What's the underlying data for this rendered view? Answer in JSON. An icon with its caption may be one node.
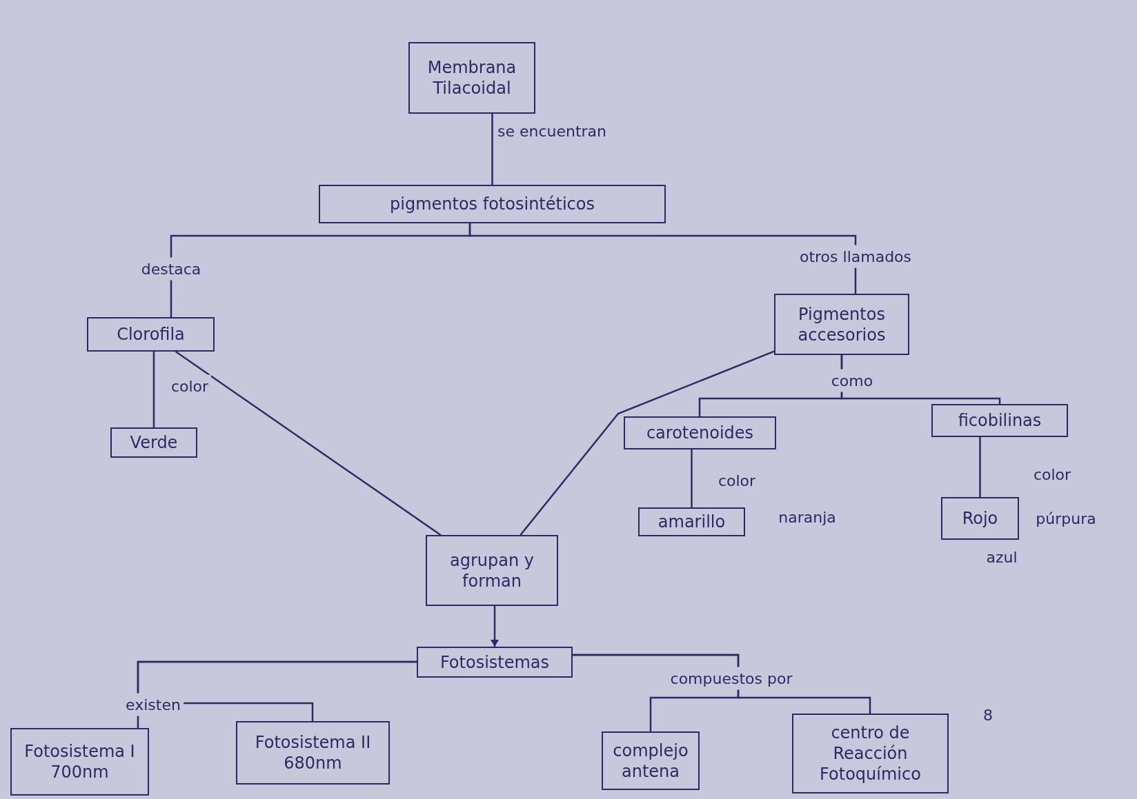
{
  "diagram": {
    "nodes": [
      {
        "text": [
          "Membrana Tilacoidal"
        ]
      },
      {
        "text": [
          "pigmentos fotosintéticos"
        ]
      },
      {
        "text": [
          "Clorofila"
        ]
      },
      {
        "text": [
          "Verde"
        ]
      },
      {
        "text": [
          "Pigmentos accesorios"
        ]
      },
      {
        "text": [
          "carotenoides"
        ]
      },
      {
        "text": [
          "ficobilinas"
        ]
      },
      {
        "text": [
          "amarillo"
        ]
      },
      {
        "text": [
          "Rojo"
        ]
      },
      {
        "text": [
          "agrupan y forman"
        ]
      },
      {
        "text": [
          "Fotosistemas"
        ]
      },
      {
        "text": [
          "Fotosistema I 700nm"
        ]
      },
      {
        "text": [
          "Fotosistema II 680nm"
        ]
      },
      {
        "text": [
          "complejo antena"
        ]
      },
      {
        "text": [
          "centro de Reacción Fotoquímico"
        ]
      }
    ],
    "edges": [
      {
        "from": 0,
        "to": 1,
        "arrow": "none",
        "label": "se encuentran"
      },
      {
        "from": 1,
        "to": 2,
        "arrow": "none",
        "label": "destaca"
      },
      {
        "from": 1,
        "to": 4,
        "arrow": "none",
        "label": "otros llamados"
      },
      {
        "from": 2,
        "to": 3,
        "arrow": "none",
        "label": "color"
      },
      {
        "from": 4,
        "to": 5,
        "arrow": "none",
        "label": "como"
      },
      {
        "from": 4,
        "to": 6,
        "arrow": "none"
      },
      {
        "from": 5,
        "to": 7,
        "arrow": "none",
        "label": "color"
      },
      {
        "from": 6,
        "to": 8,
        "arrow": "none",
        "label": "color"
      },
      {
        "from": 2,
        "to": 9,
        "arrow": "none"
      },
      {
        "from": 4,
        "to": 9,
        "arrow": "none"
      },
      {
        "from": 9,
        "to": 10,
        "arrow": "to"
      },
      {
        "from": 10,
        "to": 11,
        "arrow": "none",
        "label": "existen"
      },
      {
        "from": 10,
        "to": 12,
        "arrow": "none"
      },
      {
        "from": 10,
        "to": 13,
        "arrow": "none",
        "label": "compuestos por"
      },
      {
        "from": 10,
        "to": 14,
        "arrow": "none"
      }
    ],
    "labels": [
      "naranja",
      "púrpura",
      "azul",
      "8"
    ]
  }
}
